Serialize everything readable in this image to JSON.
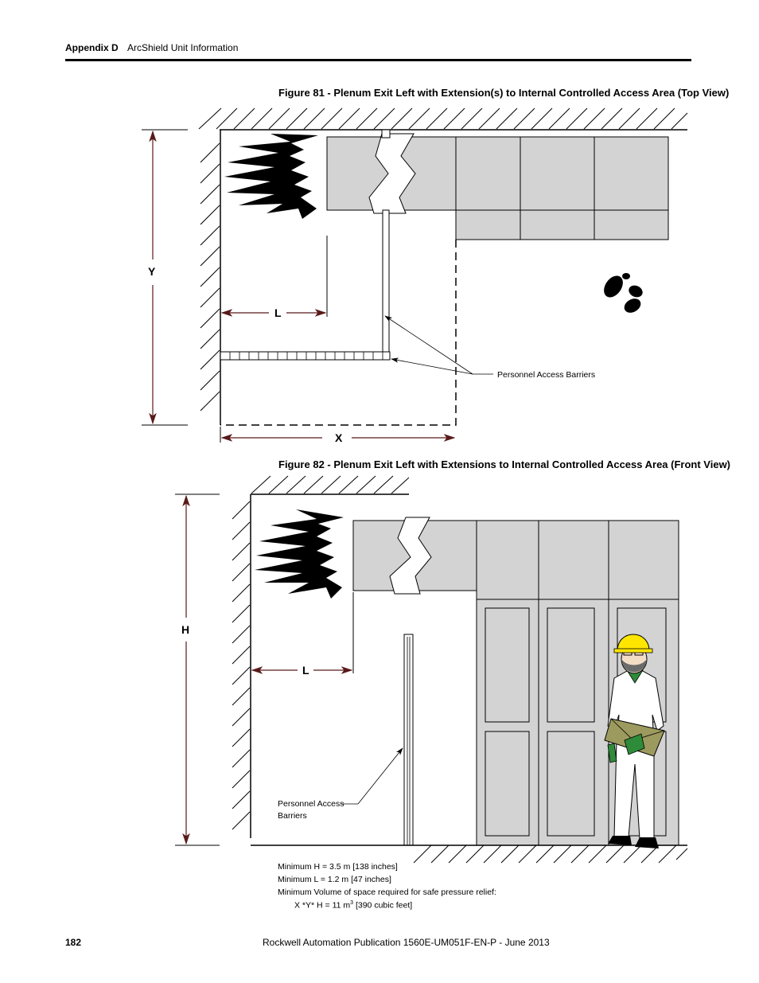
{
  "header": {
    "section": "Appendix D",
    "title": "ArcShield Unit Information"
  },
  "figure81": {
    "caption": "Figure 81 - Plenum Exit Left with Extension(s) to Internal Controlled Access Area (Top View)",
    "dim_y": "Y",
    "dim_l": "L",
    "dim_x": "X",
    "callout": "Personnel Access Barriers"
  },
  "figure82": {
    "caption": "Figure 82 - Plenum Exit Left with Extensions to Internal Controlled Access Area (Front View)",
    "dim_h": "H",
    "dim_l": "L",
    "callout_line1": "Personnel Access",
    "callout_line2": "Barriers"
  },
  "notes": {
    "min_h": "Minimum H  =  3.5 m [138 inches]",
    "min_l": "Minimum L  = 1.2 m [47 inches]",
    "min_volume": "Minimum Volume of space required for safe pressure relief:",
    "formula_prefix": "X *Y* H = 11 m",
    "formula_exp": "3",
    "formula_suffix": " [390 cubic feet]"
  },
  "footer": {
    "page_number": "182",
    "publication": "Rockwell Automation Publication 1560E-UM051F-EN-P - June 2013"
  },
  "colors": {
    "cabinet_gray": "#d3d3d3",
    "helmet_yellow": "#ffe600",
    "glove_green": "#2e8b3a",
    "envelope_olive": "#9c9a5e"
  }
}
